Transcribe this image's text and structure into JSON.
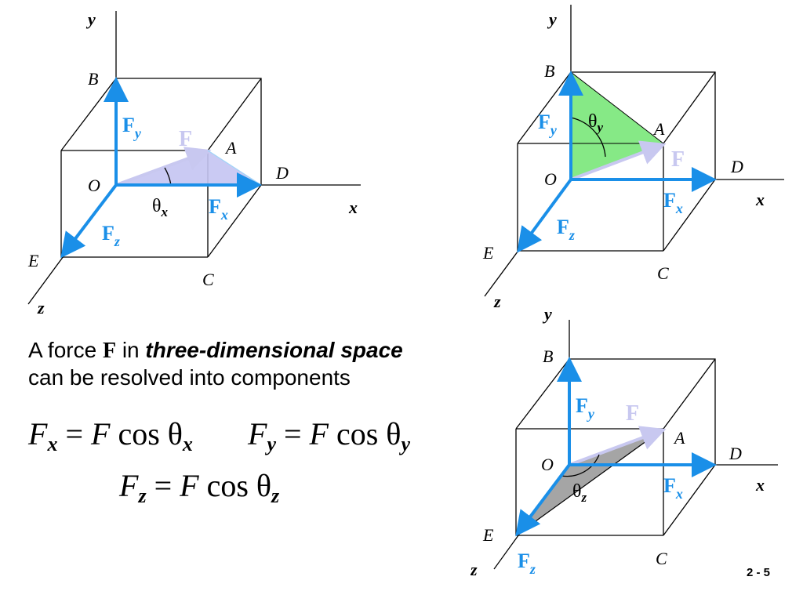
{
  "diagram1": {
    "axis_y": "y",
    "axis_x": "x",
    "axis_z": "z",
    "pt_B": "B",
    "pt_O": "O",
    "pt_A": "A",
    "pt_D": "D",
    "pt_E": "E",
    "pt_C": "C",
    "vec_Fy": "F",
    "vec_Fy_sub": "y",
    "vec_Fx": "F",
    "vec_Fx_sub": "x",
    "vec_Fz": "F",
    "vec_Fz_sub": "z",
    "vec_F": "F",
    "angle": "θ",
    "angle_sub": "x",
    "triangle_color": "#c4c4f2"
  },
  "diagram2": {
    "axis_y": "y",
    "axis_x": "x",
    "axis_z": "z",
    "pt_B": "B",
    "pt_O": "O",
    "pt_A": "A",
    "pt_D": "D",
    "pt_E": "E",
    "pt_C": "C",
    "vec_Fy": "F",
    "vec_Fy_sub": "y",
    "vec_Fx": "F",
    "vec_Fx_sub": "x",
    "vec_Fz": "F",
    "vec_Fz_sub": "z",
    "vec_F": "F",
    "angle": "θ",
    "angle_sub": "y",
    "triangle_color": "#80e880"
  },
  "diagram3": {
    "axis_y": "y",
    "axis_x": "x",
    "axis_z": "z",
    "pt_B": "B",
    "pt_O": "O",
    "pt_A": "A",
    "pt_D": "D",
    "pt_E": "E",
    "pt_C": "C",
    "vec_Fy": "F",
    "vec_Fy_sub": "y",
    "vec_Fx": "F",
    "vec_Fx_sub": "x",
    "vec_Fz": "F",
    "vec_Fz_sub": "z",
    "vec_F": "F",
    "angle": "θ",
    "angle_sub": "z",
    "triangle_color": "#a0a0a0"
  },
  "text": {
    "line1_a": "A force ",
    "line1_F": "F",
    "line1_b": " in ",
    "line1_emph": "three-dimensional space",
    "line2": "can be resolved into components"
  },
  "equations": {
    "eq1_lhs": "F",
    "eq1_lhs_sub": "x",
    "eq1_mid": " = ",
    "eq1_rhs": "F",
    "eq1_cos": " cos θ",
    "eq1_sub": "x",
    "eq2_lhs": "F",
    "eq2_lhs_sub": "y",
    "eq2_mid": " = ",
    "eq2_rhs": "F",
    "eq2_cos": " cos θ",
    "eq2_sub": "y",
    "eq3_lhs": "F",
    "eq3_lhs_sub": "z",
    "eq3_mid": " = ",
    "eq3_rhs": "F",
    "eq3_cos": " cos θ",
    "eq3_sub": "z"
  },
  "colors": {
    "vector": "#1a8fe8",
    "resultant": "#c8c8f0"
  },
  "page_number": "2 - 5"
}
